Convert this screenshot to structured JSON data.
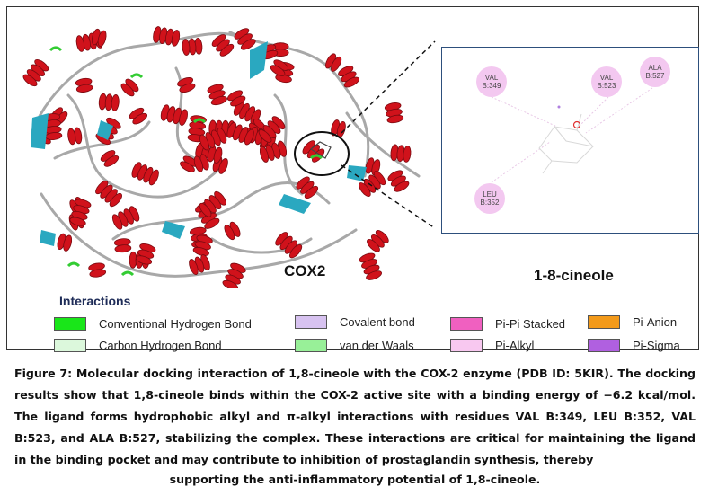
{
  "figure": {
    "protein_name": "COX2",
    "ligand_name": "1-8-cineole",
    "residues": [
      {
        "name": "VAL",
        "chain_pos": "B:349"
      },
      {
        "name": "VAL",
        "chain_pos": "B:523"
      },
      {
        "name": "ALA",
        "chain_pos": "B:527"
      },
      {
        "name": "LEU",
        "chain_pos": "B:352"
      }
    ]
  },
  "legend": {
    "title": "Interactions",
    "items": [
      {
        "label": "Conventional Hydrogen Bond",
        "color": "#19e619"
      },
      {
        "label": "Carbon Hydrogen Bond",
        "color": "#dcf8dc"
      },
      {
        "label": "Covalent bond",
        "color": "#d7c2f0"
      },
      {
        "label": "van der Waals",
        "color": "#98f098"
      },
      {
        "label": "Pi-Pi Stacked",
        "color": "#f060c0"
      },
      {
        "label": "Pi-Alkyl",
        "color": "#f8c8f0"
      },
      {
        "label": "Pi-Anion",
        "color": "#f39a1a"
      },
      {
        "label": "Pi-Sigma",
        "color": "#b060e0"
      }
    ]
  },
  "caption": {
    "text": "Figure 7: Molecular docking interaction of 1,8-cineole with the COX-2 enzyme (PDB ID: 5KIR). The docking results show that 1,8-cineole binds within the COX-2 active site with a binding energy of −6.2 kcal/mol. The ligand forms hydrophobic alkyl and π-alkyl interactions with residues VAL B:349, LEU B:352, VAL B:523, and ALA B:527, stabilizing the complex. These interactions are critical for maintaining the ligand in the binding pocket and may contribute to inhibition of prostaglandin synthesis, thereby",
    "last_line": "supporting the anti-inflammatory potential of 1,8-cineole."
  },
  "colors": {
    "helix": "#d0121b",
    "sheet": "#2aa8c0",
    "coil": "#a8a8a8",
    "turn": "#33cc33"
  }
}
